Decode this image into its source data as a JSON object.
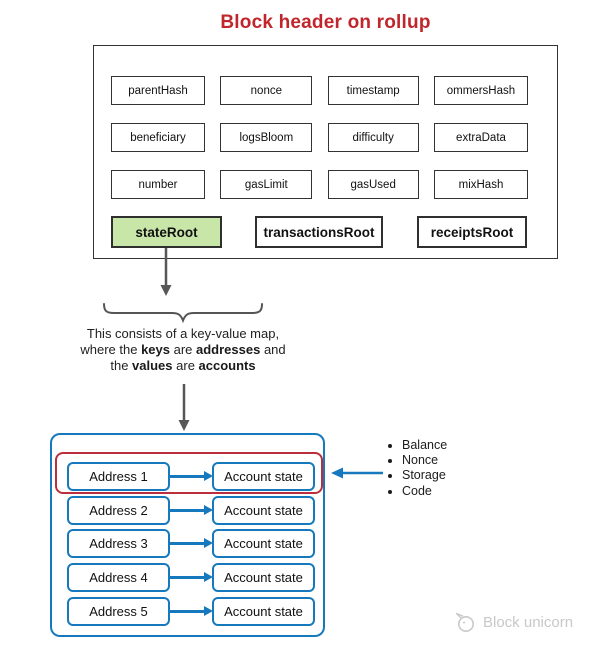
{
  "title": "Block header on rollup",
  "colors": {
    "title_red": "#c0262c",
    "highlight_red": "#bd2e3c",
    "blue": "#1779bd",
    "state_root_green": "#c8e6a8",
    "arrow_gray": "#575757",
    "watermark_gray": "#c8c8c8"
  },
  "header_grid": {
    "rows": [
      [
        "parentHash",
        "nonce",
        "timestamp",
        "ommersHash"
      ],
      [
        "beneficiary",
        "logsBloom",
        "difficulty",
        "extraData"
      ],
      [
        "number",
        "gasLimit",
        "gasUsed",
        "mixHash"
      ]
    ],
    "roots": [
      "stateRoot",
      "transactionsRoot",
      "receiptsRoot"
    ]
  },
  "annotation": {
    "line1": "This consists of a key-value map,",
    "line2": [
      "where the ",
      "keys",
      " are ",
      "addresses",
      " and"
    ],
    "line3": [
      "the ",
      "values",
      " are ",
      "accounts"
    ]
  },
  "state_map": {
    "rows": [
      {
        "address": "Address 1",
        "state": "Account state"
      },
      {
        "address": "Address 2",
        "state": "Account state"
      },
      {
        "address": "Address 3",
        "state": "Account state"
      },
      {
        "address": "Address 4",
        "state": "Account state"
      },
      {
        "address": "Address 5",
        "state": "Account state"
      }
    ]
  },
  "account_properties": [
    "Balance",
    "Nonce",
    "Storage",
    "Code"
  ],
  "watermark": {
    "label": "Block unicorn",
    "icon": "unicorn-icon"
  }
}
